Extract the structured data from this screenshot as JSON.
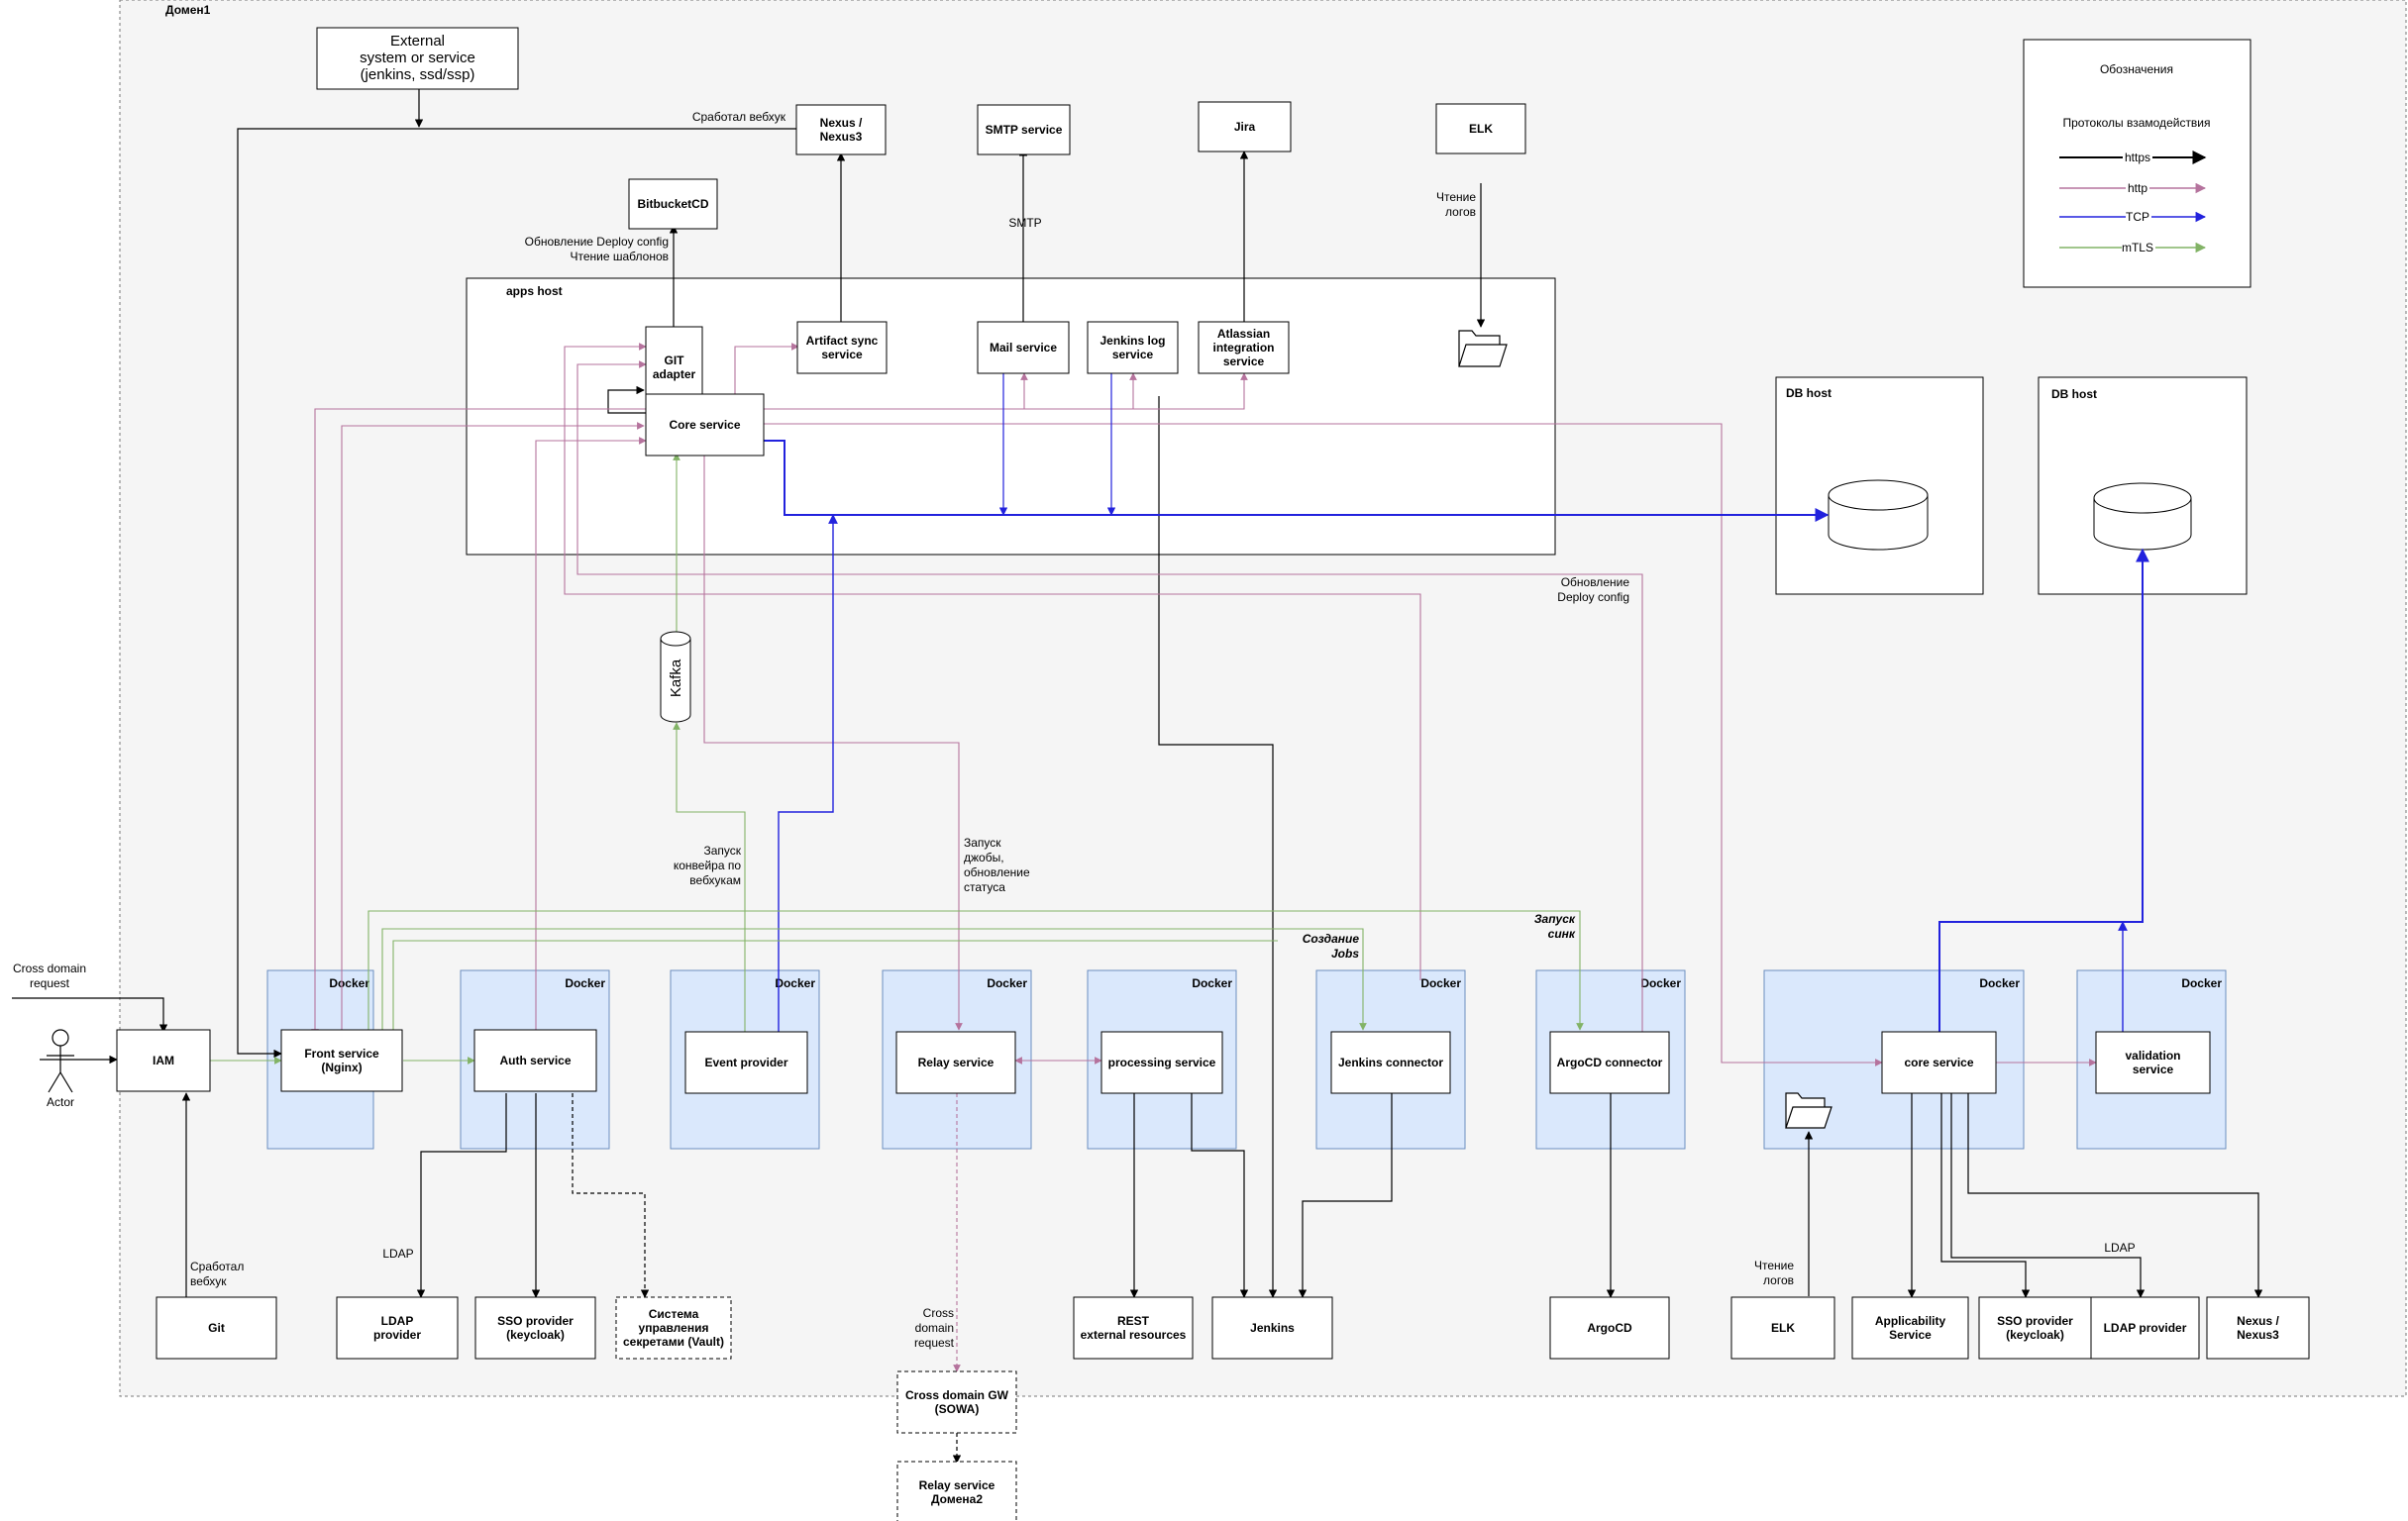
{
  "colors": {
    "https": "#000000",
    "http": "#b5739d",
    "tcp": "#2222dd",
    "mtls": "#82b366",
    "docker_fill": "#dae8fc",
    "docker_stroke": "#6c8ebf",
    "domain_fill": "#f5f5f5"
  },
  "domain": {
    "title": "Домен1"
  },
  "apps_host": {
    "title": "apps host"
  },
  "db_hosts": [
    {
      "title": "DB host"
    },
    {
      "title": "DB host"
    }
  ],
  "legend": {
    "title": "Обозначения",
    "subtitle": "Протоколы взамодействия",
    "items": [
      {
        "label": "https"
      },
      {
        "label": "http"
      },
      {
        "label": "TCP"
      },
      {
        "label": "mTLS"
      }
    ]
  },
  "docker_label": "Docker",
  "nodes": {
    "external": [
      "External",
      "system or service",
      "(jenkins, ssd/ssp)"
    ],
    "nexus_top": [
      "Nexus /",
      "Nexus3"
    ],
    "smtp": [
      "SMTP service"
    ],
    "jira": [
      "Jira"
    ],
    "elk_top": [
      "ELK"
    ],
    "bitbucket": [
      "BitbucketCD"
    ],
    "git_adapter": [
      "GIT",
      "adapter"
    ],
    "core_service": [
      "Core service"
    ],
    "artifact_sync": [
      "Artifact sync",
      "service"
    ],
    "mail_service": [
      "Mail service"
    ],
    "jenkins_log": [
      "Jenkins log",
      "service"
    ],
    "atlassian": [
      "Atlassian",
      "integration",
      "service"
    ],
    "kafka": "Kafka",
    "iam": [
      "IAM"
    ],
    "front": [
      "Front service",
      "(Nginx)"
    ],
    "auth": [
      "Auth service"
    ],
    "event": [
      "Event provider"
    ],
    "relay": [
      "Relay service"
    ],
    "processing": [
      "processing service"
    ],
    "jenkins_connector": [
      "Jenkins connector"
    ],
    "argocd_connector": [
      "ArgoCD connector"
    ],
    "core_service2": [
      "core service"
    ],
    "validation": [
      "validation",
      "service"
    ],
    "git": [
      "Git"
    ],
    "ldap": [
      "LDAP",
      "provider"
    ],
    "sso": [
      "SSO provider",
      "(keycloak)"
    ],
    "vault": [
      "Система",
      "управления",
      "секретами (Vault)"
    ],
    "rest": [
      "REST",
      "external resources"
    ],
    "jenkins": [
      "Jenkins"
    ],
    "argocd": [
      "ArgoCD"
    ],
    "elk_bottom": [
      "ELK"
    ],
    "applicability": [
      "Applicability",
      "Service"
    ],
    "sso2": [
      "SSO provider",
      "(keycloak)"
    ],
    "ldap2": [
      "LDAP provider"
    ],
    "nexus_bottom": [
      "Nexus /",
      "Nexus3"
    ],
    "cross_gw": [
      "Cross domain GW",
      "(SOWA)"
    ],
    "relay2": [
      "Relay service",
      "Домена2"
    ]
  },
  "actor": "Actor",
  "labels": {
    "webhook_top": [
      "Сработал вебхук"
    ],
    "deploy_config": [
      "Обновление Deploy config",
      "Чтение шаблонов"
    ],
    "smtp": [
      "SMTP"
    ],
    "read_logs_top": [
      "Чтение",
      "логов"
    ],
    "deploy_config2": [
      "Обновление",
      "Deploy config"
    ],
    "conveyor": [
      "Запуск",
      "конвейра по",
      "вебхукам"
    ],
    "jobs_launch": [
      "Запуск",
      "джобы,",
      "обновление",
      "статуса"
    ],
    "create_jobs": [
      "Создание",
      "Jobs"
    ],
    "sync_launch": [
      "Запуск",
      "синк"
    ],
    "cross_req_left": [
      "Cross domain",
      "request"
    ],
    "webhook_git": [
      "Сработал",
      "вебхук"
    ],
    "ldap1": [
      "LDAP"
    ],
    "ldap2": [
      "LDAP"
    ],
    "read_logs_bottom": [
      "Чтение",
      "логов"
    ],
    "cross_req_mid": [
      "Cross",
      "domain",
      "request"
    ]
  }
}
